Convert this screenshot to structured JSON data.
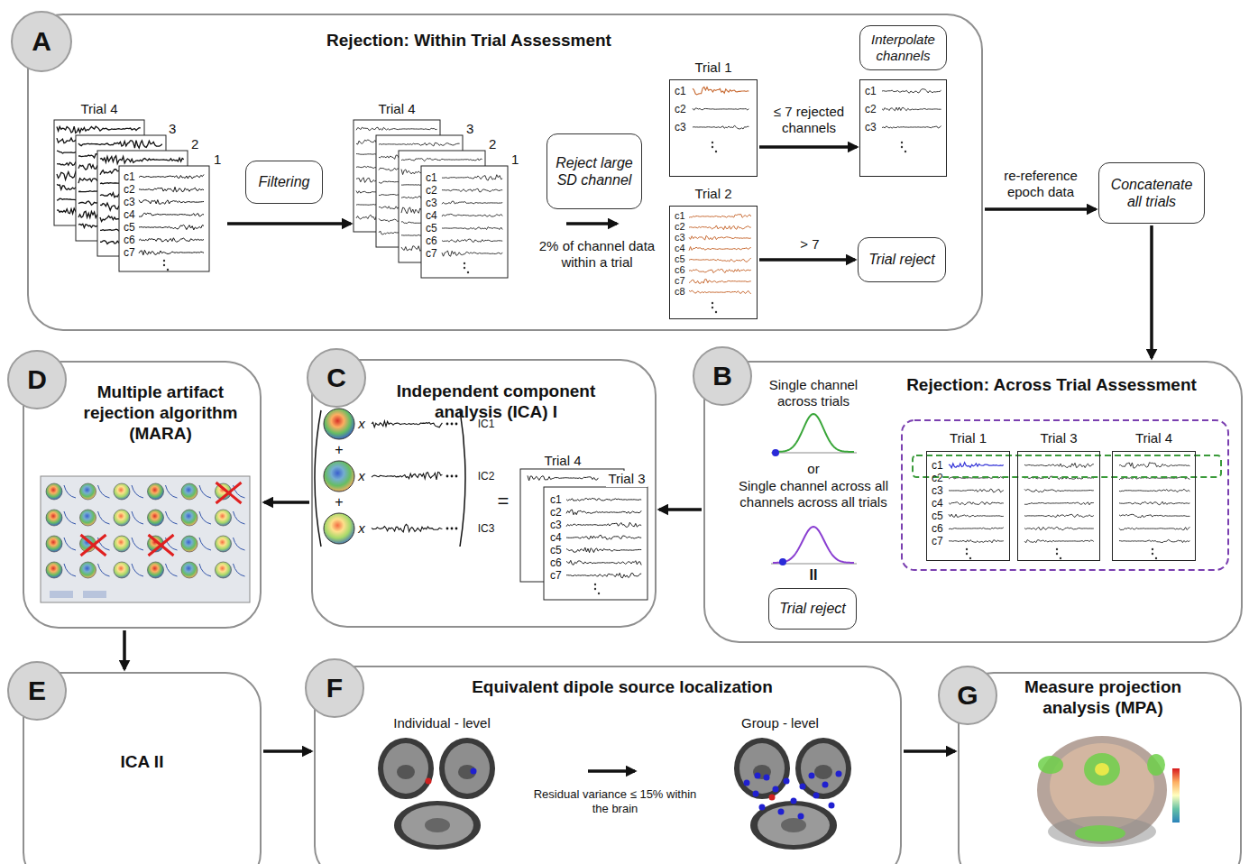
{
  "diagram": {
    "nodes": [
      {
        "text": [
          "Rejection: Within Trial Assessment"
        ]
      },
      {
        "text": [
          "A"
        ],
        "in": 0
      },
      {
        "text": [
          "Trial 4",
          "3",
          "2",
          "1",
          "c1",
          "c2",
          "c3",
          "c4",
          "c5",
          "c6",
          "c7"
        ],
        "in": 0
      },
      {
        "text": [
          "Filtering"
        ],
        "in": 0
      },
      {
        "text": [
          "Trial 4",
          "3",
          "2",
          "1",
          "c1",
          "c2",
          "c3",
          "c4",
          "c5",
          "c6",
          "c7"
        ],
        "in": 0
      },
      {
        "text": [
          "Reject large SD channel"
        ],
        "in": 0
      },
      {
        "text": [
          "Trial 1",
          "c1",
          "c2",
          "c3"
        ],
        "in": 0
      },
      {
        "text": [
          "Interpolate channels"
        ],
        "in": 0
      },
      {
        "text": [
          "c1",
          "c2",
          "c3"
        ],
        "in": 0
      },
      {
        "text": [
          "Trial 2",
          "c1",
          "c2",
          "c3",
          "c4",
          "c5",
          "c6",
          "c7",
          "c8"
        ],
        "in": 0
      },
      {
        "text": [
          "Trial reject"
        ],
        "in": 0
      },
      {
        "text": [
          "Concatenate all trials"
        ]
      },
      {
        "text": [
          "Rejection: Across Trial Assessment"
        ]
      },
      {
        "text": [
          "B"
        ],
        "in": 12
      },
      {
        "text": [
          "Trial reject"
        ],
        "in": 12
      },
      {
        "text": [
          "Trial 1",
          "c1",
          "c2",
          "c3",
          "c4",
          "c5",
          "c6",
          "c7"
        ],
        "in": 12
      },
      {
        "text": [
          "Trial 3"
        ],
        "in": 12
      },
      {
        "text": [
          "Trial 4"
        ],
        "in": 12
      },
      {
        "text": [
          "Independent component analysis (ICA) I"
        ]
      },
      {
        "text": [
          "C"
        ],
        "in": 18
      },
      {
        "text": [
          "Trial 4",
          "Trial 3",
          "c1",
          "c2",
          "c3",
          "c4",
          "c5",
          "c6",
          "c7"
        ],
        "in": 18
      },
      {
        "text": [
          "Multiple artifact rejection algorithm (MARA)"
        ]
      },
      {
        "text": [
          "D"
        ],
        "in": 21
      },
      {
        "text": [
          "ICA II"
        ]
      },
      {
        "text": [
          "E"
        ],
        "in": 23
      },
      {
        "text": [
          "Equivalent dipole source localization"
        ]
      },
      {
        "text": [
          "F"
        ],
        "in": 25
      },
      {
        "text": [
          "Measure projection analysis (MPA)"
        ]
      },
      {
        "text": [
          "G"
        ],
        "in": 27
      }
    ],
    "edges": [
      {
        "from": 2,
        "to": 4,
        "arrow": "to"
      },
      {
        "from": 6,
        "to": 8,
        "label": "≤ 7 rejected channels",
        "arrow": "to"
      },
      {
        "from": 9,
        "to": 10,
        "label": "> 7",
        "arrow": "to"
      },
      {
        "from": 0,
        "to": 11,
        "label": "re-reference epoch data",
        "arrow": "to"
      },
      {
        "from": 11,
        "to": 12,
        "arrow": "to"
      },
      {
        "from": 12,
        "to": 18,
        "arrow": "to"
      },
      {
        "from": 18,
        "to": 21,
        "arrow": "to"
      },
      {
        "from": 21,
        "to": 23,
        "arrow": "to"
      },
      {
        "from": 23,
        "to": 25,
        "arrow": "to"
      },
      {
        "from": 25,
        "to": 27,
        "arrow": "to"
      }
    ],
    "labels": [
      "2% of channel data within a trial",
      "Single channel across trials",
      "or",
      "Single channel across all channels across all trials",
      "II",
      "x",
      "x",
      "x",
      "IC1",
      "IC2",
      "IC3",
      "+",
      "+",
      "=",
      "Individual - level",
      "Group - level",
      "Residual variance ≤ 15% within the brain"
    ]
  }
}
